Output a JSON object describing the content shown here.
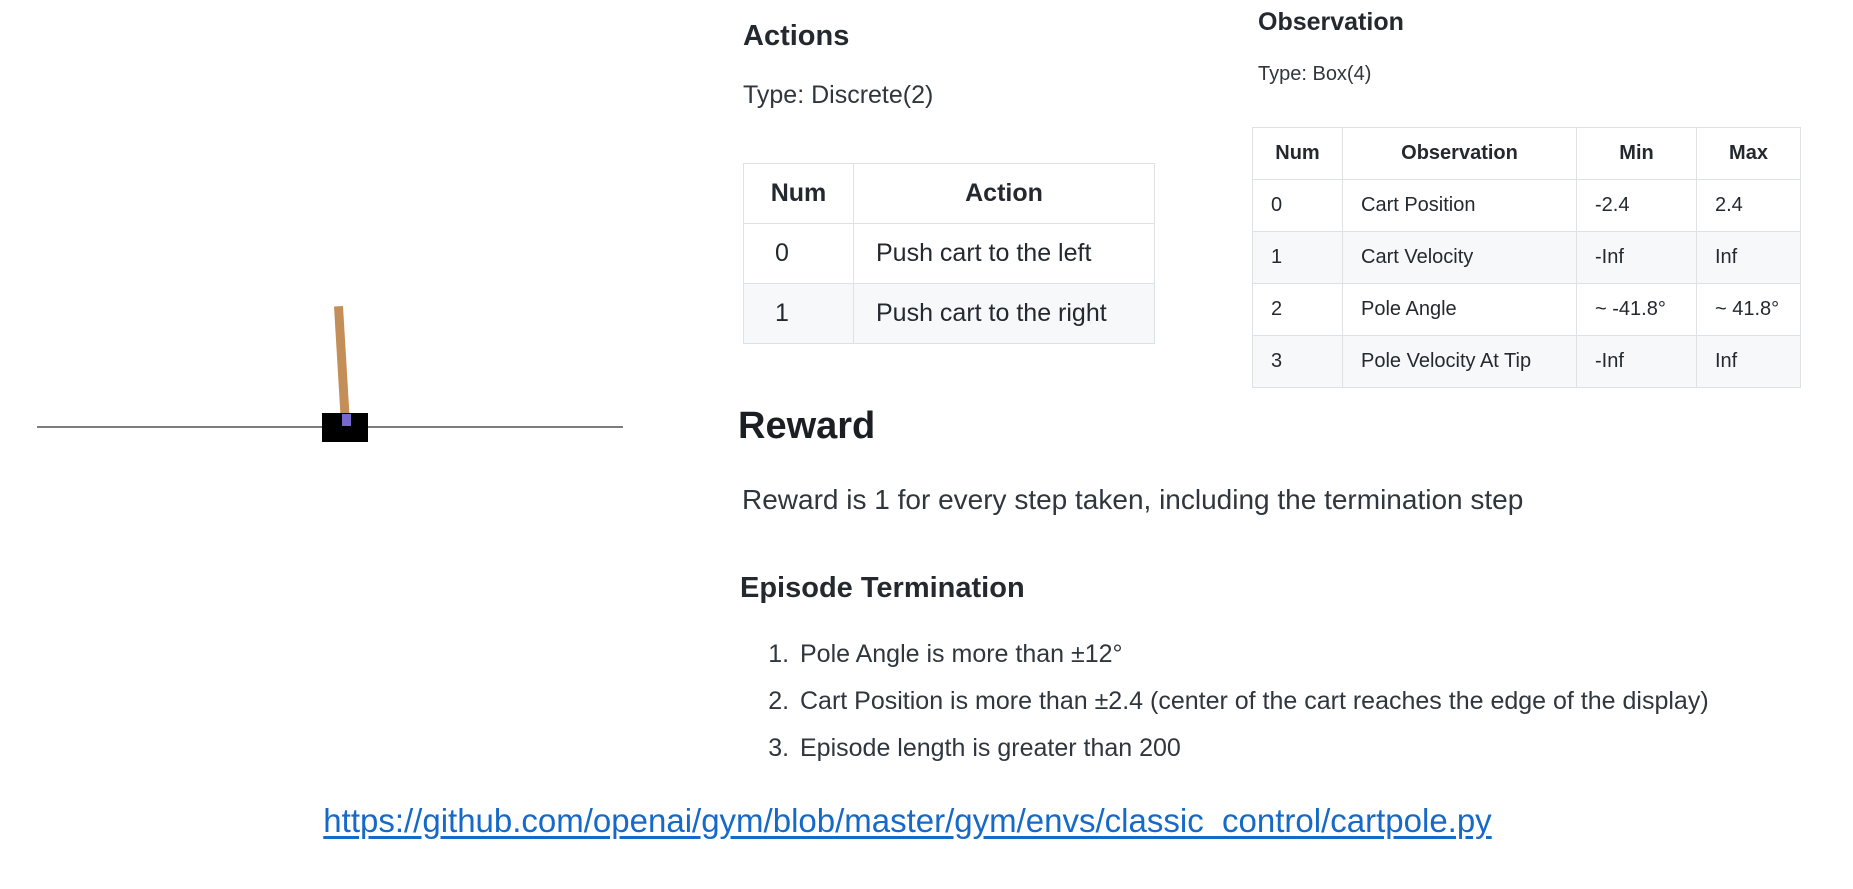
{
  "cartpole_figure": {
    "colors": {
      "track": "#7d7d7d",
      "cart": "#000000",
      "pole": "#c48e58",
      "axle": "#7668cd"
    }
  },
  "actions": {
    "title": "Actions",
    "type_label": "Type: Discrete(2)",
    "table": {
      "headers": [
        "Num",
        "Action"
      ],
      "rows": [
        [
          "0",
          "Push cart to the left"
        ],
        [
          "1",
          "Push cart to the right"
        ]
      ]
    }
  },
  "observation": {
    "title": "Observation",
    "type_label": "Type: Box(4)",
    "table": {
      "headers": [
        "Num",
        "Observation",
        "Min",
        "Max"
      ],
      "rows": [
        [
          "0",
          "Cart Position",
          "-2.4",
          "2.4"
        ],
        [
          "1",
          "Cart Velocity",
          "-Inf",
          "Inf"
        ],
        [
          "2",
          "Pole Angle",
          "~ -41.8°",
          "~ 41.8°"
        ],
        [
          "3",
          "Pole Velocity At Tip",
          "-Inf",
          "Inf"
        ]
      ]
    }
  },
  "reward": {
    "title": "Reward",
    "text": "Reward is 1 for every step taken, including the termination step"
  },
  "episode_termination": {
    "title": "Episode Termination",
    "items": [
      "Pole Angle is more than ±12°",
      "Cart Position is more than ±2.4 (center of the cart reaches the edge of the display)",
      "Episode length is greater than 200"
    ]
  },
  "source_link": {
    "text": "https://github.com/openai/gym/blob/master/gym/envs/classic_control/cartpole.py",
    "color": "#1569c8"
  },
  "style_colors": {
    "table_border": "#dfe2e5",
    "table_stripe": "#f6f8fa",
    "heading_text": "#24292f"
  }
}
